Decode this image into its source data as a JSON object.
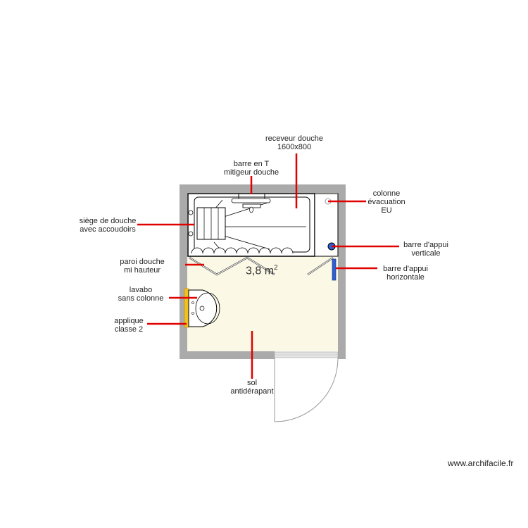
{
  "plan": {
    "area": {
      "value": "3,8 m",
      "unit_sup": "2"
    },
    "colors": {
      "wall": "#aaaaaa",
      "floor": "#fbf9e6",
      "annotation_line": "#e00000",
      "grab_bar": "#2f5fd0",
      "light_fixture": "#f0c020"
    },
    "labels": [
      {
        "id": "receveur",
        "lines": [
          "receveur douche",
          "1600x800"
        ]
      },
      {
        "id": "barre-t",
        "lines": [
          "barre en T",
          "mitigeur douche"
        ]
      },
      {
        "id": "colonne",
        "lines": [
          "colonne",
          "évacuation",
          "EU"
        ]
      },
      {
        "id": "siege",
        "lines": [
          "siège de douche",
          "avec accoudoirs"
        ]
      },
      {
        "id": "barre-verticale",
        "lines": [
          "barre d'appui",
          "verticale"
        ]
      },
      {
        "id": "paroi",
        "lines": [
          "paroi douche",
          "mi hauteur"
        ]
      },
      {
        "id": "barre-horizontale",
        "lines": [
          "barre d'appui",
          "horizontale"
        ]
      },
      {
        "id": "lavabo",
        "lines": [
          "lavabo",
          "sans colonne"
        ]
      },
      {
        "id": "applique",
        "lines": [
          "applique",
          "classe 2"
        ]
      },
      {
        "id": "sol",
        "lines": [
          "sol",
          "antidérapant"
        ]
      }
    ]
  },
  "footer": {
    "credit": "www.archifacile.fr"
  }
}
